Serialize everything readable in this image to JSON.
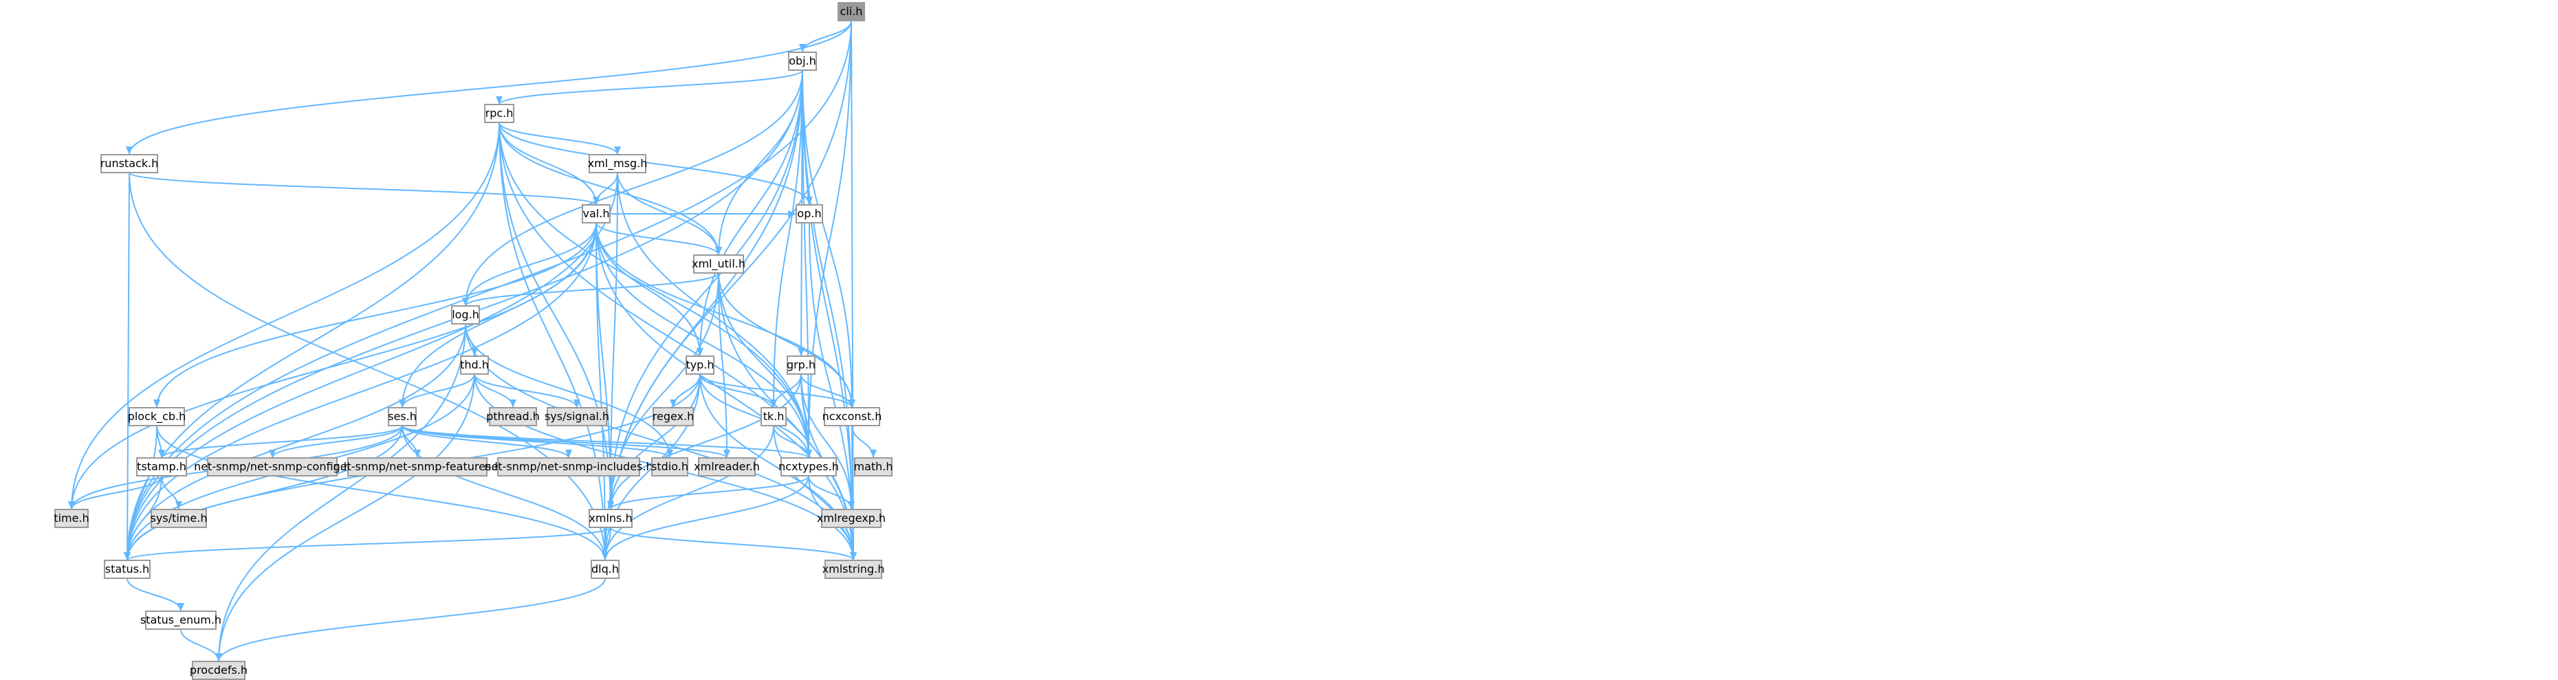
{
  "colors": {
    "node_fill": "#ffffff",
    "node_fill_external": "#e0e0e0",
    "node_fill_root": "#999999",
    "node_border": "#999999",
    "edge": "#63b8ff"
  },
  "nodes": {
    "cli_h": "cli.h",
    "obj_h": "obj.h",
    "rpc_h": "rpc.h",
    "runstack_h": "runstack.h",
    "xml_msg_h": "xml_msg.h",
    "val_h": "val.h",
    "op_h": "op.h",
    "xml_util_h": "xml_util.h",
    "log_h": "log.h",
    "thd_h": "thd.h",
    "typ_h": "typ.h",
    "grp_h": "grp.h",
    "plock_cb_h": "plock_cb.h",
    "ses_h": "ses.h",
    "pthread_h": "pthread.h",
    "sys_signal_h": "sys/signal.h",
    "regex_h": "regex.h",
    "tk_h": "tk.h",
    "ncxconst_h": "ncxconst.h",
    "tstamp_h": "tstamp.h",
    "snmp_config_h": "net-snmp/net-snmp-config.h",
    "snmp_features_h": "net-snmp/net-snmp-features.h",
    "snmp_includes_h": "net-snmp/net-snmp-includes.h",
    "stdio_h": "stdio.h",
    "xmlreader_h": "xmlreader.h",
    "ncxtypes_h": "ncxtypes.h",
    "math_h": "math.h",
    "time_h": "time.h",
    "sys_time_h": "sys/time.h",
    "xmlns_h": "xmlns.h",
    "xmlregexp_h": "xmlregexp.h",
    "status_h": "status.h",
    "dlq_h": "dlq.h",
    "xmlstring_h": "xmlstring.h",
    "status_enum_h": "status_enum.h",
    "procdefs_h": "procdefs.h"
  }
}
